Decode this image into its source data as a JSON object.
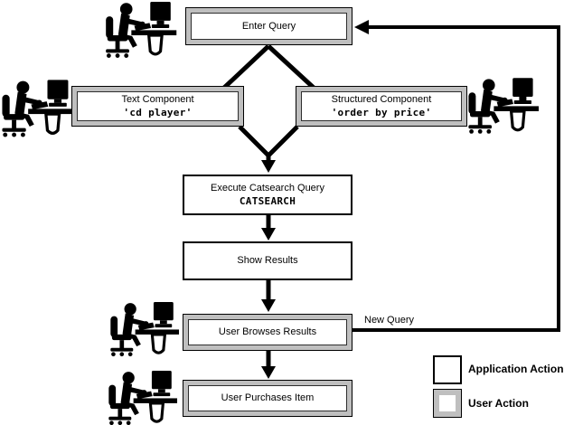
{
  "diagram": {
    "nodes": {
      "enter_query": {
        "label": "Enter Query",
        "type": "user"
      },
      "text_component": {
        "label": "Text Component",
        "sublabel": "'cd player'",
        "type": "user"
      },
      "structured_component": {
        "label": "Structured Component",
        "sublabel": "'order by price'",
        "type": "user"
      },
      "execute_query": {
        "label": "Execute Catsearch Query",
        "sublabel": "CATSEARCH",
        "type": "app"
      },
      "show_results": {
        "label": "Show Results",
        "type": "app"
      },
      "user_browses": {
        "label": "User Browses Results",
        "type": "user"
      },
      "user_purchases": {
        "label": "User Purchases Item",
        "type": "user"
      }
    },
    "edge_labels": {
      "new_query": "New Query"
    },
    "legend": {
      "items": [
        {
          "label": "Application Action",
          "type": "app"
        },
        {
          "label": "User Action",
          "type": "user"
        }
      ]
    },
    "colors": {
      "user_box_border": "#bfbfbf",
      "line": "#000000",
      "box_bg": "#ffffff"
    }
  }
}
